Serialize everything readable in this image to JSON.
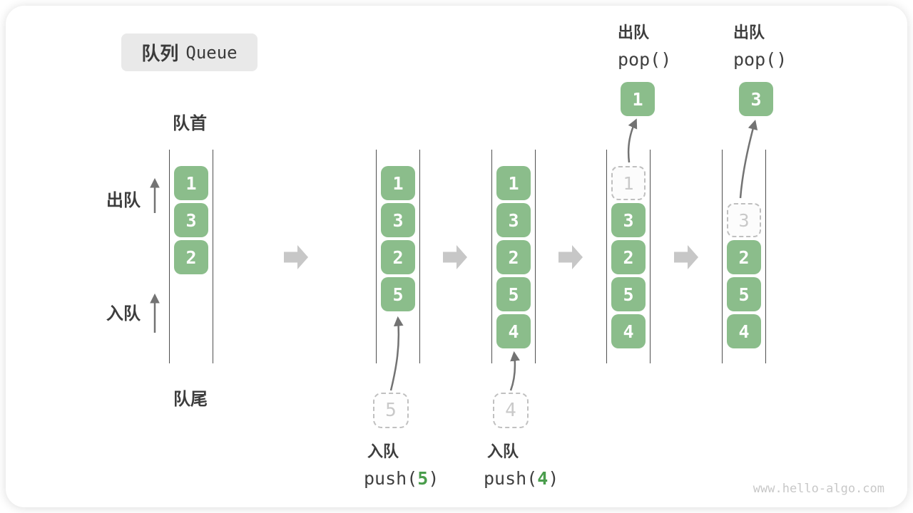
{
  "title": {
    "zh": "队列",
    "en": "Queue"
  },
  "side_labels": {
    "front": "队首",
    "rear": "队尾",
    "dequeue": "出队",
    "enqueue": "入队"
  },
  "ops": {
    "push5": {
      "action": "入队",
      "fn_pre": "push(",
      "arg": "5",
      "fn_post": ")"
    },
    "push4": {
      "action": "入队",
      "fn_pre": "push(",
      "arg": "4",
      "fn_post": ")"
    },
    "pop1": {
      "action": "出队",
      "fn": "pop()"
    },
    "pop2": {
      "action": "出队",
      "fn": "pop()"
    }
  },
  "states": {
    "s1": {
      "blocks": [
        "1",
        "3",
        "2"
      ]
    },
    "s2": {
      "blocks": [
        "1",
        "3",
        "2",
        "5"
      ],
      "staging": "5"
    },
    "s3": {
      "blocks": [
        "1",
        "3",
        "2",
        "5",
        "4"
      ],
      "staging": "4"
    },
    "s4": {
      "ghost": "1",
      "blocks": [
        "3",
        "2",
        "5",
        "4"
      ],
      "popped": "1"
    },
    "s5": {
      "ghost": "3",
      "blocks": [
        "2",
        "5",
        "4"
      ],
      "popped": "3"
    }
  },
  "watermark": "www.hello-algo.com",
  "colors": {
    "block_green": "#8bbd8b",
    "accent_green": "#4a9d4c",
    "big_arrow_gray": "#c7c7c7",
    "thin_arrow_gray": "#737373",
    "channel_line": "#4f4f4f",
    "label_dark": "#3d3d3d",
    "ghost_gray": "#c9c9c9",
    "title_bg": "#e9e9e9"
  }
}
